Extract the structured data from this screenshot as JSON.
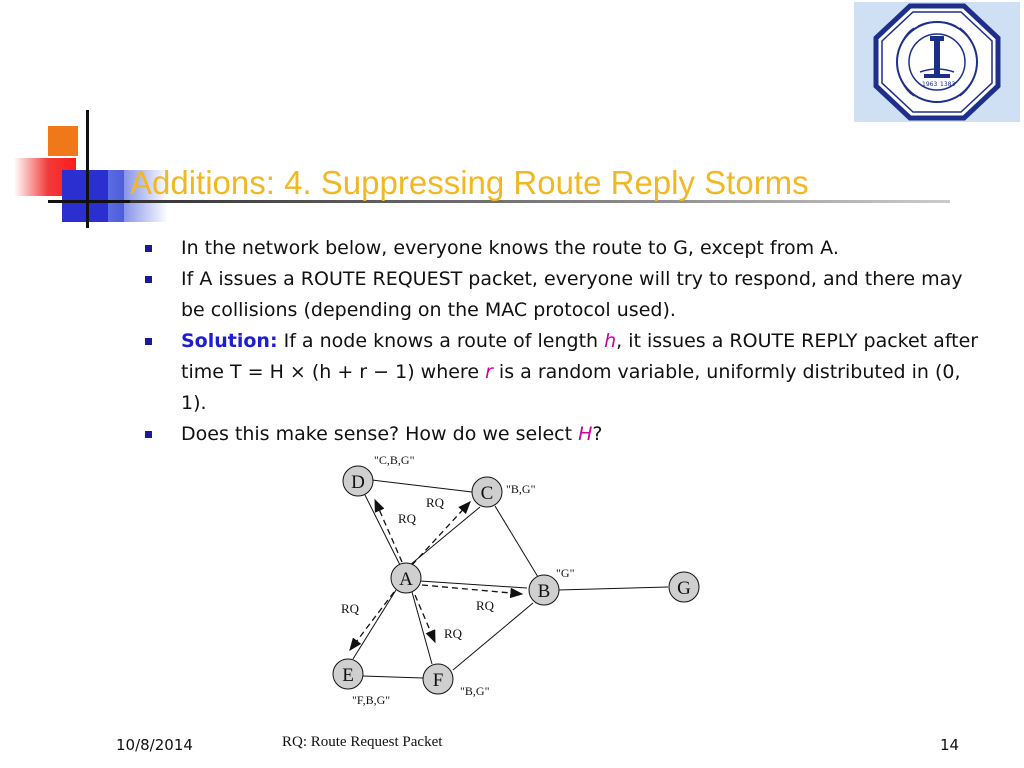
{
  "title": "Additions: 4. Suppressing Route Reply Storms",
  "bullets": [
    {
      "text": "In the network below, everyone knows the route to G, except from A."
    },
    {
      "text": "If A issues a ROUTE REQUEST packet, everyone will try to respond, and there may be collisions (depending on the MAC protocol used)."
    },
    {
      "lead": "Solution:",
      "t1": " If a node knows a route of length ",
      "v1": "h",
      "t2": ", it issues a ROUTE REPLY packet after time T = H × (h + r − 1) where ",
      "v2": "r",
      "t3": " is a random variable, uniformly distributed in (0, 1)."
    },
    {
      "t1": "Does this make sense? How do we select ",
      "v1": "H",
      "t2": "?"
    }
  ],
  "diagram": {
    "nodes": [
      "D",
      "C",
      "A",
      "B",
      "G",
      "E",
      "F"
    ],
    "route_labels": {
      "D": "\"C,B,G\"",
      "C": "\"B,G\"",
      "B": "\"G\"",
      "E": "\"F,B,G\"",
      "F": "\"B,G\""
    },
    "rq_label": "RQ",
    "caption": "RQ: Route Request Packet"
  },
  "footer": {
    "date": "10/8/2014",
    "page": "14"
  },
  "logo": {
    "year_left": "1963",
    "year_right": "1383"
  },
  "colors": {
    "title": "#f2b822",
    "solution": "#1e1ed0",
    "variable": "#d000a0",
    "bullet": "#1a1a99"
  }
}
